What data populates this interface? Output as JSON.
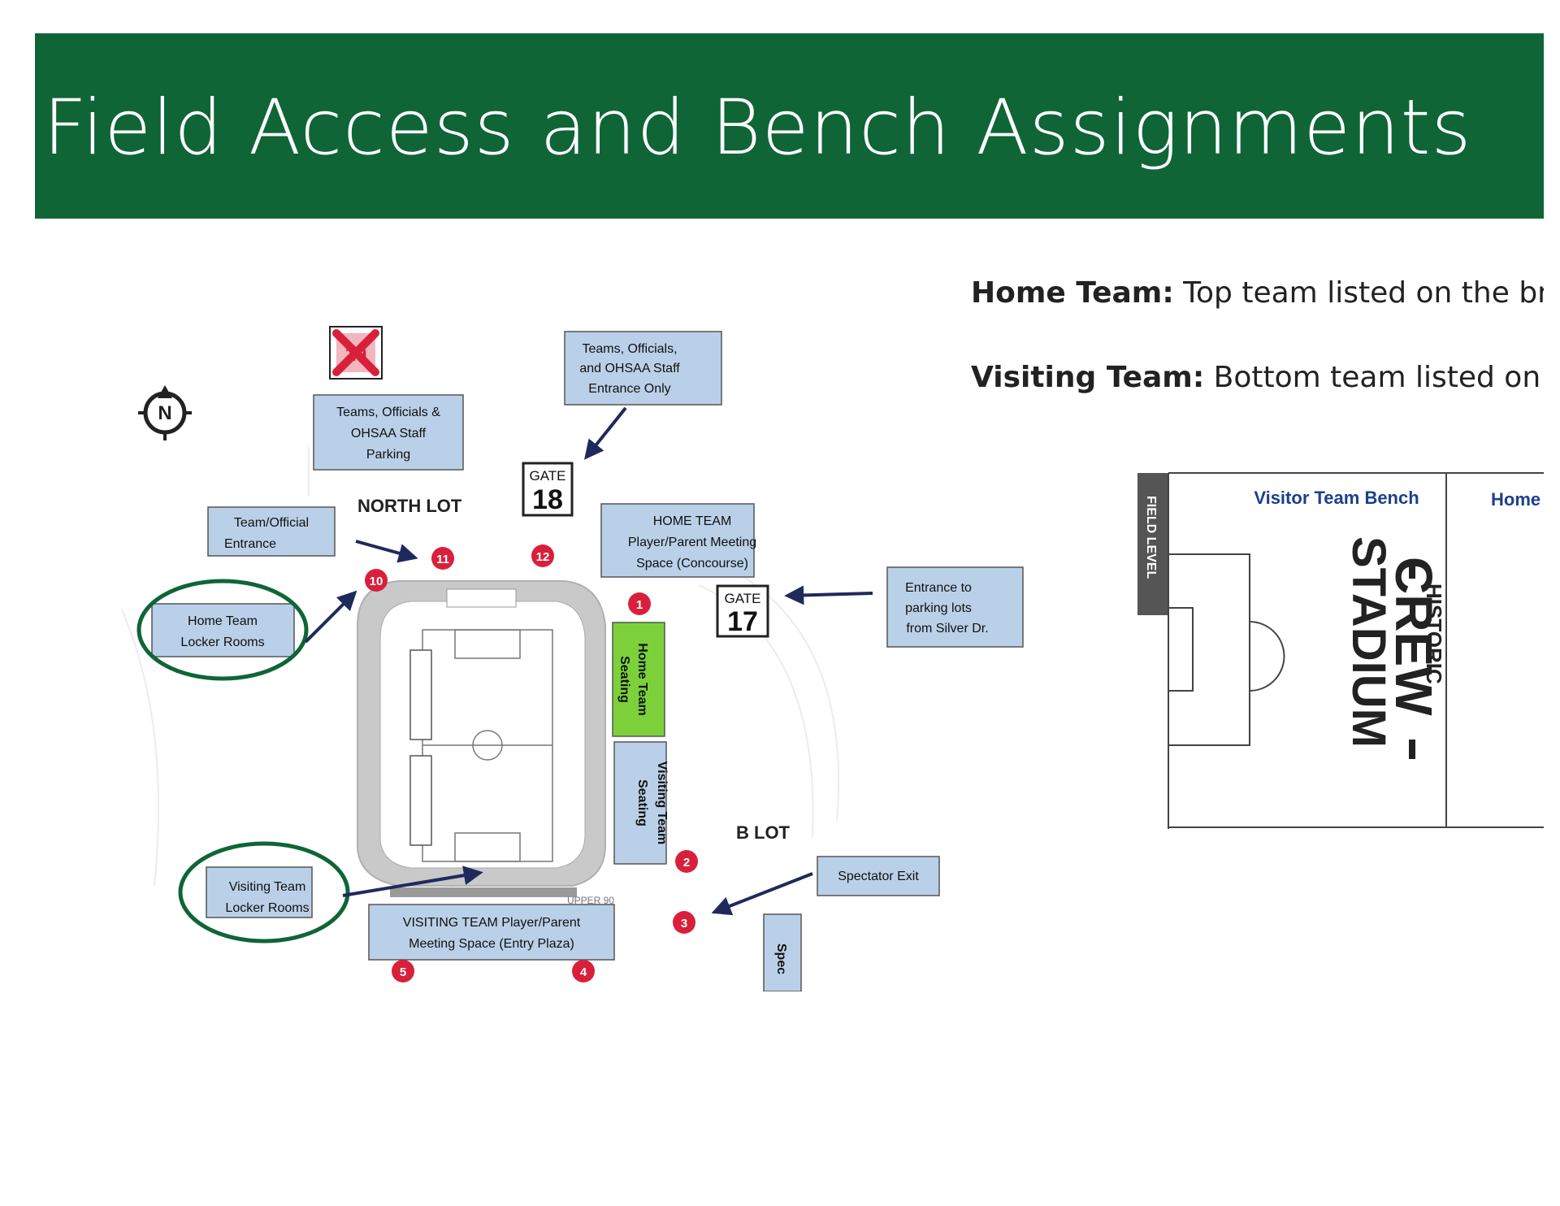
{
  "header": {
    "title": "Field Access and Bench Assignments"
  },
  "team_info": {
    "home_label": "Home Team:",
    "home_text": " Top team listed on the brac",
    "visiting_label": "Visiting Team:",
    "visiting_text": " Bottom team listed on th"
  },
  "map": {
    "compass_letter": "N",
    "closed_gate_number": "19",
    "parking_box": [
      "Teams, Officials &",
      "OHSAA Staff",
      "Parking"
    ],
    "staff_entrance_box": [
      "Teams, Officials,",
      "and OHSAA Staff",
      "Entrance Only"
    ],
    "gate18": {
      "label": "GATE",
      "number": "18"
    },
    "gate17": {
      "label": "GATE",
      "number": "17"
    },
    "north_lot": "NORTH LOT",
    "b_lot": "B LOT",
    "team_official_entrance": [
      "Team/Official",
      "Entrance"
    ],
    "home_meeting": [
      "HOME TEAM",
      "Player/Parent Meeting",
      "Space (Concourse)"
    ],
    "entrance_parking": [
      "Entrance to",
      "parking lots",
      "from  Silver Dr."
    ],
    "home_locker": [
      "Home Team",
      "Locker Rooms"
    ],
    "visiting_locker": [
      "Visiting Team",
      "Locker Rooms"
    ],
    "home_seating": [
      "Home  Team",
      "Seating"
    ],
    "visiting_seating": [
      "Visiting  Team",
      "Seating"
    ],
    "spectator_exit": "Spectator Exit",
    "visiting_meeting": [
      "VISITING TEAM Player/Parent",
      "Meeting Space (Entry Plaza)"
    ],
    "spec_partial": "Spec",
    "upper_90": "UPPER 90",
    "numbered_markers": [
      "1",
      "2",
      "3",
      "4",
      "5",
      "10",
      "11",
      "12"
    ],
    "colors": {
      "box_fill": "#b9d0e8",
      "marker_red": "#d9203a",
      "home_seating_fill": "#7cd13a",
      "arrow": "#1f2a5c",
      "oval": "#0f6536"
    }
  },
  "bench": {
    "field_level": "FIELD LEVEL",
    "visitor_bench": "Visitor Team Bench",
    "home_bench_partial": "Home",
    "stadium_historic": "HISTORIC",
    "stadium_crew": "CREW",
    "stadium_name": "STADIUM",
    "colors": {
      "bench_label": "#1c3f8c"
    }
  }
}
